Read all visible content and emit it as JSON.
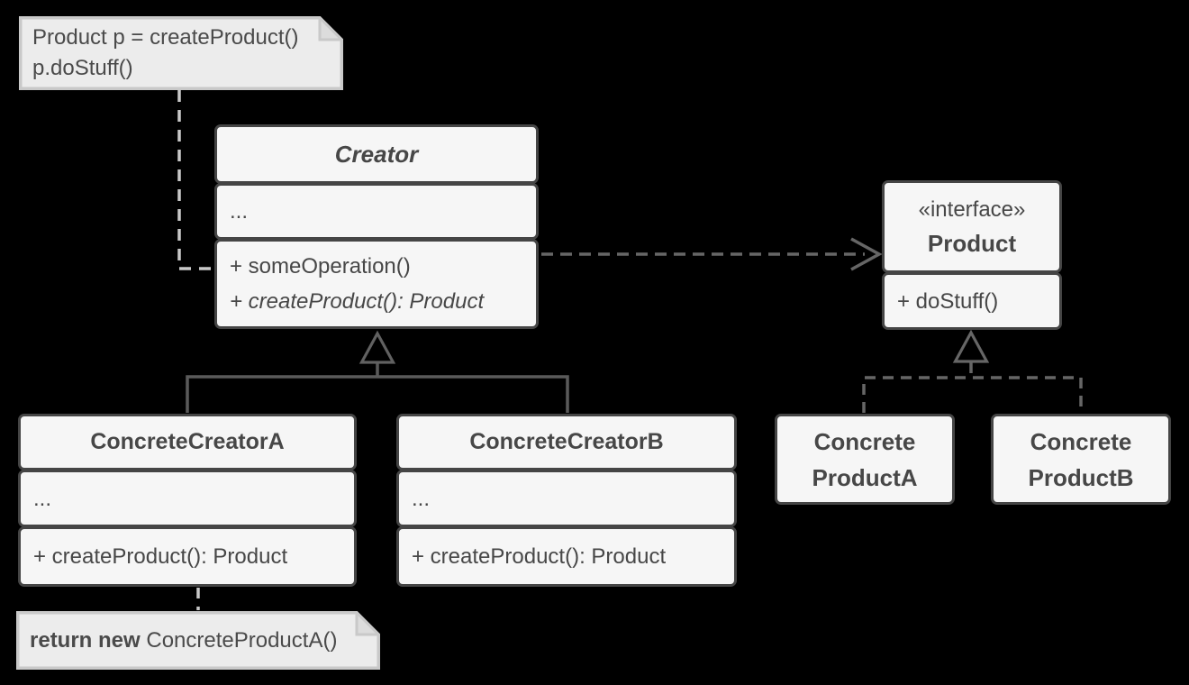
{
  "colors": {
    "background": "#000000",
    "class_fill": "#f6f6f6",
    "class_border": "#454545",
    "class_text": "#474747",
    "note_fill": "#ececec",
    "note_fold_fill": "#dcdcdc",
    "note_border": "#c9c9c9",
    "note_text": "#4a4a4a",
    "connector_light_dashed": "#c9c9c9",
    "connector_dark_dashed": "#666666",
    "connector_solid": "#5a5a5a"
  },
  "notes": {
    "client_code": {
      "line1": "Product p = createProduct()",
      "line2": "p.doStuff()"
    },
    "factory_return": {
      "bold_text": "return new",
      "regular_text": " ConcreteProductA()"
    }
  },
  "classes": {
    "creator": {
      "name": "Creator",
      "attributes": "...",
      "method1": "+ someOperation()",
      "method2": "+ createProduct(): Product"
    },
    "product": {
      "stereotype": "«interface»",
      "name": "Product",
      "method1": "+ doStuff()"
    },
    "concrete_creator_a": {
      "name": "ConcreteCreatorA",
      "attributes": "...",
      "method1": "+ createProduct(): Product"
    },
    "concrete_creator_b": {
      "name": "ConcreteCreatorB",
      "attributes": "...",
      "method1": "+ createProduct(): Product"
    },
    "concrete_product_a": {
      "name_line1": "Concrete",
      "name_line2": "ProductA"
    },
    "concrete_product_b": {
      "name_line1": "Concrete",
      "name_line2": "ProductB"
    }
  },
  "relationships": {
    "creator_to_product": "dependency (dashed open arrow)",
    "concrete_creators_to_creator": "inheritance (solid, hollow triangle)",
    "concrete_products_to_product": "realization (dashed, hollow triangle)",
    "notes_to_elements": "dashed anchor lines"
  }
}
